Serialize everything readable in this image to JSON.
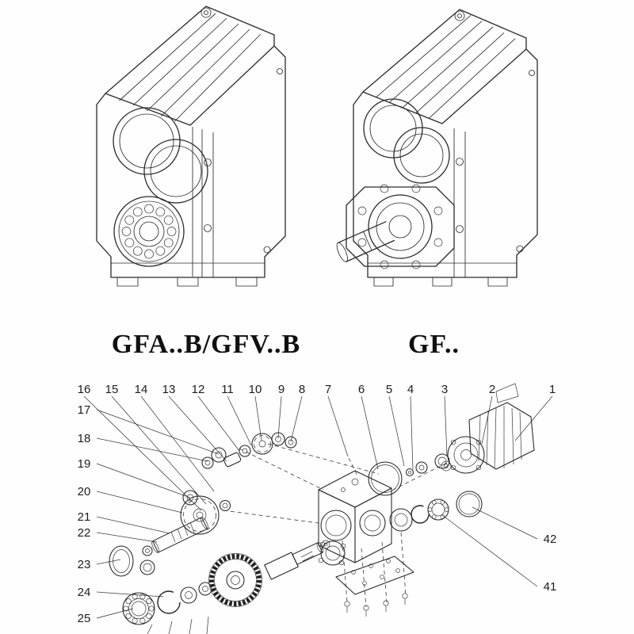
{
  "figures": {
    "left": {
      "label": "GFA..B/GFV..B"
    },
    "right": {
      "label": "GF.."
    }
  },
  "exploded": {
    "callouts_top": [
      "16",
      "15",
      "14",
      "13",
      "12",
      "11",
      "10",
      "9",
      "8",
      "7",
      "6",
      "5",
      "4",
      "3",
      "2",
      "1"
    ],
    "callouts_left": [
      "17",
      "18",
      "19",
      "20",
      "21",
      "22",
      "23",
      "24",
      "25"
    ],
    "callouts_right": [
      "42",
      "41"
    ]
  },
  "colors": {
    "line": "#2b2b2b",
    "background": "#fefefe"
  }
}
